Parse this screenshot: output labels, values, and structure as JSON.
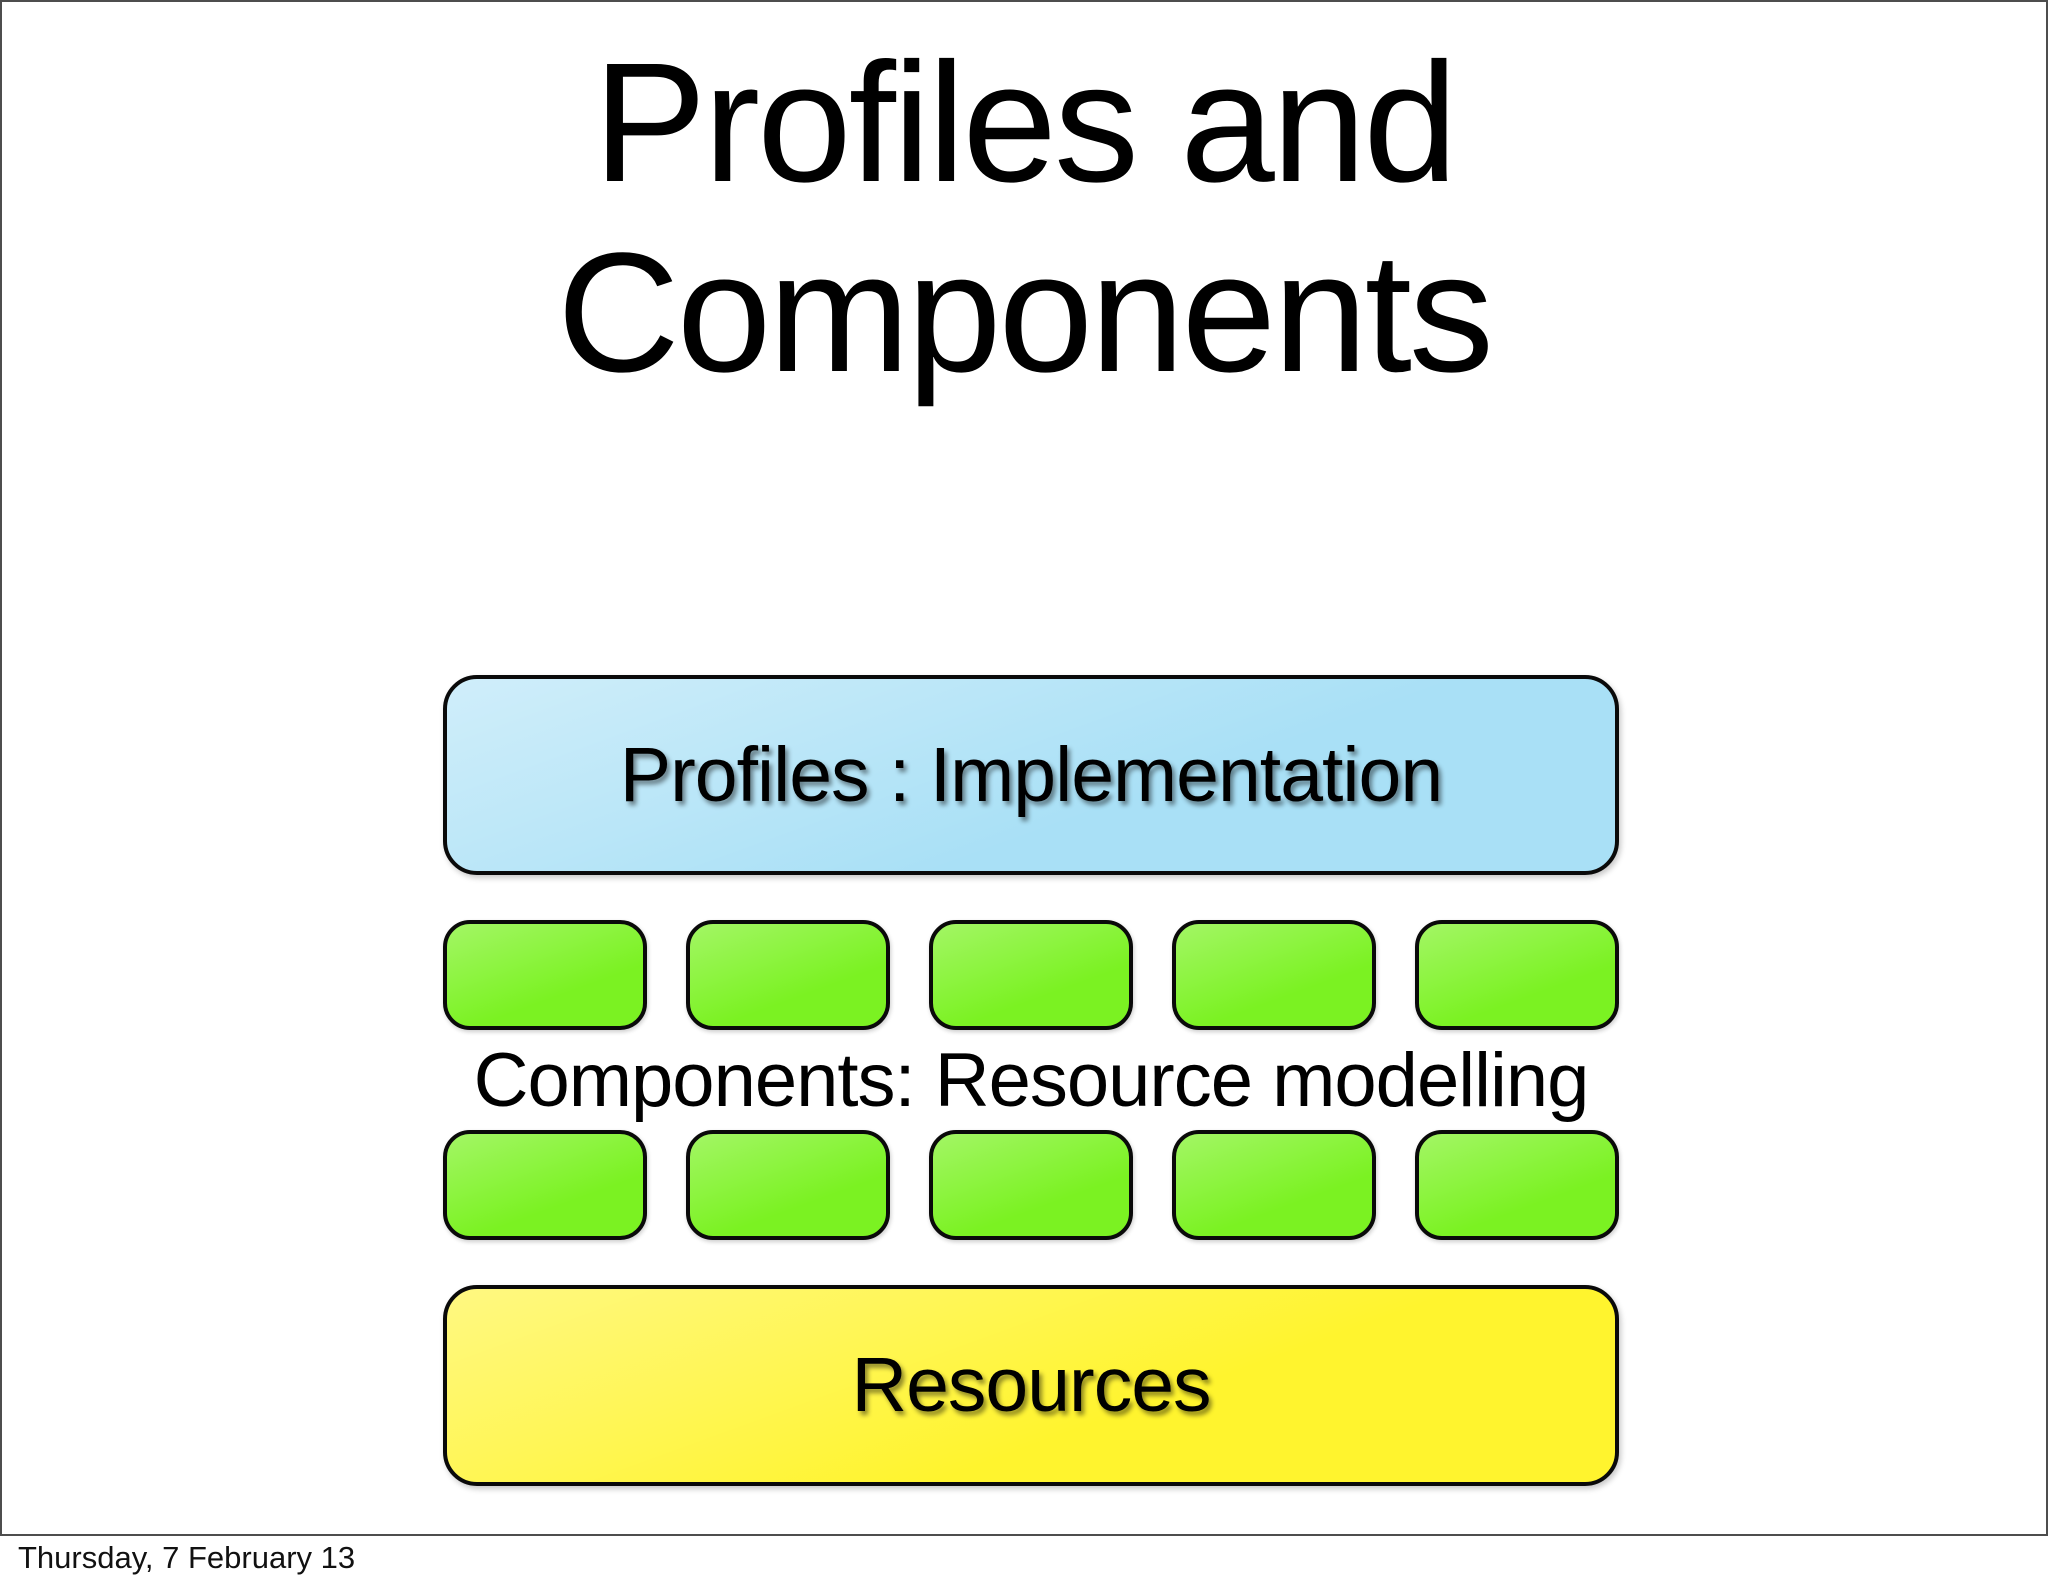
{
  "slide": {
    "title": "Profiles and Components",
    "border_color": "#4d4d4d",
    "box_border_color": "#0a0a0a",
    "layers": {
      "profiles": {
        "label": "Profiles : Implementation",
        "fill": "#a9e0f6"
      },
      "components": {
        "label": "Components: Resource modelling",
        "fill": "#7bf222",
        "rows": [
          5,
          5
        ]
      },
      "resources": {
        "label": "Resources",
        "fill": "#fff42e"
      }
    }
  },
  "footer": {
    "date": "Thursday, 7 February 13"
  }
}
